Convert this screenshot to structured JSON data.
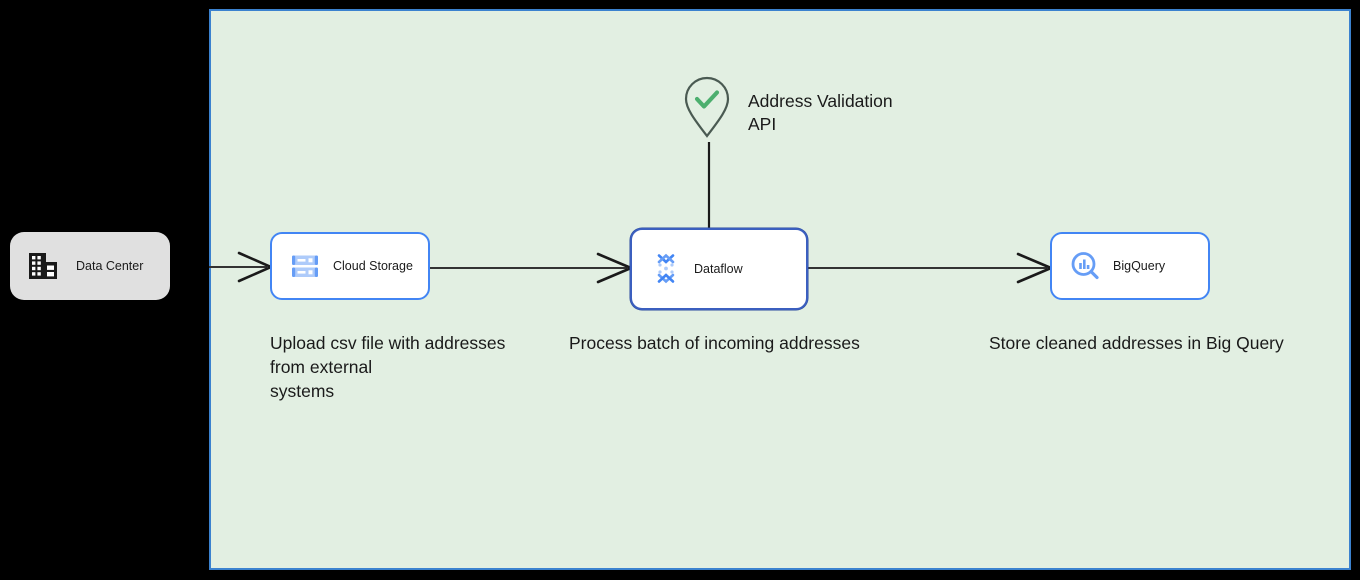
{
  "canvas": {
    "background_color": "#000000"
  },
  "cloud_container": {
    "name": "cloud-boundary",
    "fill_color": "#e2efe2",
    "border_color": "#3b82cf"
  },
  "nodes": [
    {
      "id": "data-center",
      "label": "Data Center",
      "icon": "data-center-icon",
      "kind": "on-premise",
      "fill_color": "#e0e0e0",
      "selected": false
    },
    {
      "id": "cloud-storage",
      "label": "Cloud Storage",
      "icon": "cloud-storage-icon",
      "kind": "gcp-service",
      "fill_color": "#ffffff",
      "border_color": "#4285f4",
      "selected": false
    },
    {
      "id": "dataflow",
      "label": "Dataflow",
      "icon": "dataflow-icon",
      "kind": "gcp-service",
      "fill_color": "#ffffff",
      "border_color": "#3b5fbf",
      "selected": true
    },
    {
      "id": "bigquery",
      "label": "BigQuery",
      "icon": "bigquery-icon",
      "kind": "gcp-service",
      "fill_color": "#ffffff",
      "border_color": "#4285f4",
      "selected": false
    }
  ],
  "external_api": {
    "label": "Address Validation\nAPI",
    "icon": "map-pin-check-icon",
    "pin_color": "#4a5a52",
    "check_color": "#4caf6e"
  },
  "captions": {
    "cloud_storage": "Upload csv file with addresses\nfrom external\nsystems",
    "dataflow": "Process batch of incoming addresses",
    "bigquery": "Store cleaned addresses in Big Query"
  },
  "connectors": [
    {
      "id": "data-center-to-cloud-storage",
      "from": "data-center",
      "to": "cloud-storage",
      "arrow": true
    },
    {
      "id": "cloud-storage-to-dataflow",
      "from": "cloud-storage",
      "to": "dataflow",
      "arrow": true
    },
    {
      "id": "dataflow-to-bigquery",
      "from": "dataflow",
      "to": "bigquery",
      "arrow": true
    },
    {
      "id": "api-to-dataflow",
      "from": "external-api",
      "to": "dataflow",
      "arrow": false
    }
  ]
}
